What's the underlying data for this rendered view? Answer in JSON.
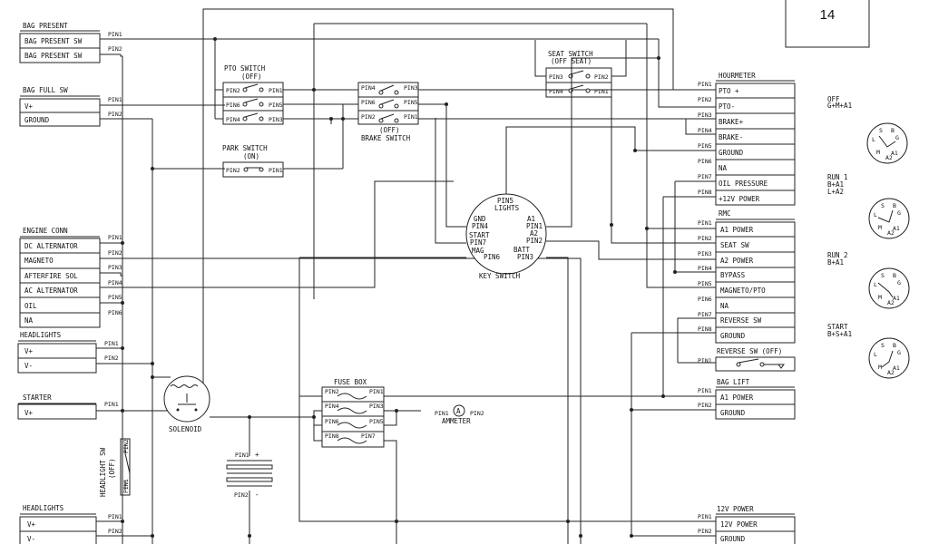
{
  "page_number": "14",
  "components": {
    "bag_present": {
      "title": "BAG PRESENT",
      "rows": [
        "BAG PRESENT SW",
        "BAG PRESENT SW"
      ],
      "pins": [
        "PIN1",
        "PIN2"
      ]
    },
    "bag_full": {
      "title": "BAG FULL SW",
      "rows": [
        "V+",
        "GROUND"
      ],
      "pins": [
        "PIN1",
        "PIN2"
      ]
    },
    "engine_conn": {
      "title": "ENGINE CONN",
      "rows": [
        "DC ALTERNATOR",
        "MAGNETO",
        "AFTERFIRE SOL",
        "AC ALTERNATOR",
        "OIL",
        "NA"
      ],
      "pins": [
        "PIN1",
        "PIN2",
        "PIN3",
        "PIN4",
        "PIN5",
        "PIN6"
      ]
    },
    "headlights_1": {
      "title": "HEADLIGHTS",
      "rows": [
        "V+",
        "V-"
      ],
      "pins": [
        "PIN1",
        "PIN2"
      ]
    },
    "starter": {
      "title": "STARTER",
      "rows": [
        "V+"
      ],
      "pins": [
        "PIN1"
      ]
    },
    "headlights_2": {
      "title": "HEADLIGHTS",
      "rows": [
        "V+",
        "V-"
      ],
      "pins": [
        "PIN1",
        "PIN2"
      ]
    },
    "hourmeter": {
      "title": "HOURMETER",
      "rows": [
        "PTO +",
        "PTO-",
        "BRAKE+",
        "BRAKE-",
        "GROUND",
        "NA",
        "OIL PRESSURE",
        "+12V POWER"
      ],
      "pins": [
        "PIN1",
        "PIN2",
        "PIN3",
        "PIN4",
        "PIN5",
        "PIN6",
        "PIN7",
        "PIN8"
      ]
    },
    "rmc": {
      "title": "RMC",
      "rows": [
        "A1 POWER",
        "SEAT SW",
        "A2 POWER",
        "BYPASS",
        "MAGNETO/PTO",
        "NA",
        "REVERSE SW",
        "GROUND"
      ],
      "pins": [
        "PIN1",
        "PIN2",
        "PIN3",
        "PIN4",
        "PIN5",
        "PIN6",
        "PIN7",
        "PIN8"
      ]
    },
    "reverse_sw": {
      "title": "REVERSE SW (OFF)",
      "pins": [
        "PIN1"
      ]
    },
    "bag_lift": {
      "title": "BAG LIFT",
      "rows": [
        "A1 POWER",
        "GROUND"
      ],
      "pins": [
        "PIN1",
        "PIN2"
      ]
    },
    "power_12v": {
      "title": "12V POWER",
      "rows": [
        "12V POWER",
        "GROUND"
      ],
      "pins": [
        "PIN1",
        "PIN2"
      ]
    }
  },
  "switches": {
    "pto": {
      "title_1": "PTO SWITCH",
      "title_2": "(OFF)",
      "pins": [
        [
          "PIN2",
          "PIN1"
        ],
        [
          "PIN6",
          "PIN5"
        ],
        [
          "PIN4",
          "PIN3"
        ]
      ]
    },
    "park": {
      "title_1": "PARK SWITCH",
      "title_2": "(ON)",
      "pins": [
        [
          "PIN2",
          "PIN1"
        ]
      ]
    },
    "brake": {
      "title_1": "(OFF)",
      "title_2": "BRAKE SWITCH",
      "pins": [
        [
          "PIN4",
          "PIN3"
        ],
        [
          "PIN6",
          "PIN5"
        ],
        [
          "PIN2",
          "PIN1"
        ]
      ]
    },
    "seat": {
      "title_1": "SEAT SWITCH",
      "title_2": "(OFF SEAT)",
      "pins": [
        [
          "PIN3",
          "PIN2"
        ],
        [
          "PIN4",
          "PIN1"
        ]
      ]
    },
    "headlight": {
      "title_1": "HEADLIGHT SW",
      "title_2": "(OFF)",
      "pins": [
        "PIN2",
        "PIN1"
      ]
    }
  },
  "key_switch": {
    "label": "KEY SWITCH",
    "terminals": {
      "lights_pin": "PIN5",
      "lights": "LIGHTS",
      "gnd": "GND",
      "gnd_pin": "PIN4",
      "start": "START",
      "start_pin": "PIN7",
      "mag": "MAG",
      "mag_pin": "PIN6",
      "a1": "A1",
      "a1_pin": "PIN1",
      "a2": "A2",
      "a2_pin": "PIN2",
      "batt": "BATT",
      "batt_pin": "PIN3"
    }
  },
  "fuse_box": {
    "title": "FUSE BOX",
    "pins": [
      [
        "PIN2",
        "PIN1"
      ],
      [
        "PIN4",
        "PIN3"
      ],
      [
        "PIN6",
        "PIN5"
      ],
      [
        "PIN8",
        "PIN7"
      ]
    ]
  },
  "solenoid": {
    "label": "SOLENOID"
  },
  "ammeter": {
    "label": "AMMETER",
    "pin_left": "PIN1",
    "pin_right": "PIN2"
  },
  "battery": {
    "pin_pos": "PIN1",
    "pin_neg": "PIN2",
    "pos": "+",
    "neg": "-"
  },
  "key_positions": [
    {
      "name": "OFF",
      "formula": "G+M+A1"
    },
    {
      "name": "RUN 1",
      "formula": "B+A1",
      "formula_2": "L+A2"
    },
    {
      "name": "RUN 2",
      "formula": "B+A1"
    },
    {
      "name": "START",
      "formula": "B+S+A1"
    }
  ],
  "key_dial_letters": {
    "s": "S",
    "b": "B",
    "l": "L",
    "g": "G",
    "m": "M",
    "a1": "A1",
    "a2": "A2"
  }
}
